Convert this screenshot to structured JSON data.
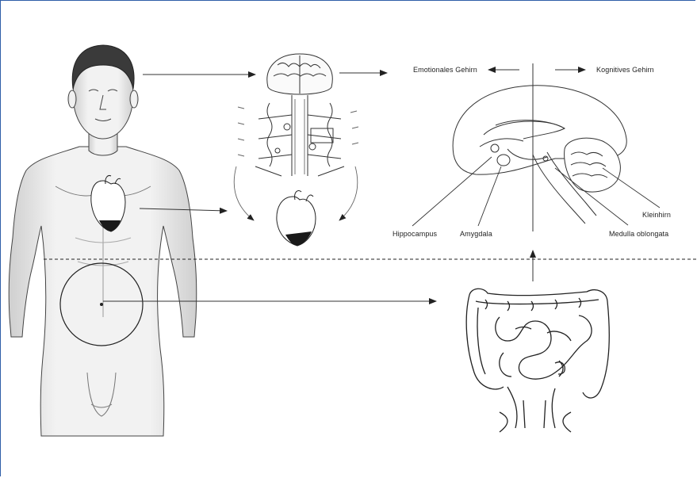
{
  "header": {
    "emotional_label": "Emotionales Gehirn",
    "cognitive_label": "Kognitives Gehirn"
  },
  "brain_labels": {
    "hippocampus": "Hippocampus",
    "amygdala": "Amygdala",
    "medulla": "Medulla oblongata",
    "cerebellum": "Kleinhirn"
  },
  "colors": {
    "frame": "#2f5ea8",
    "line": "#222222",
    "skin_shade": "#d8d8d8",
    "heart_dark": "#1a1a1a"
  }
}
